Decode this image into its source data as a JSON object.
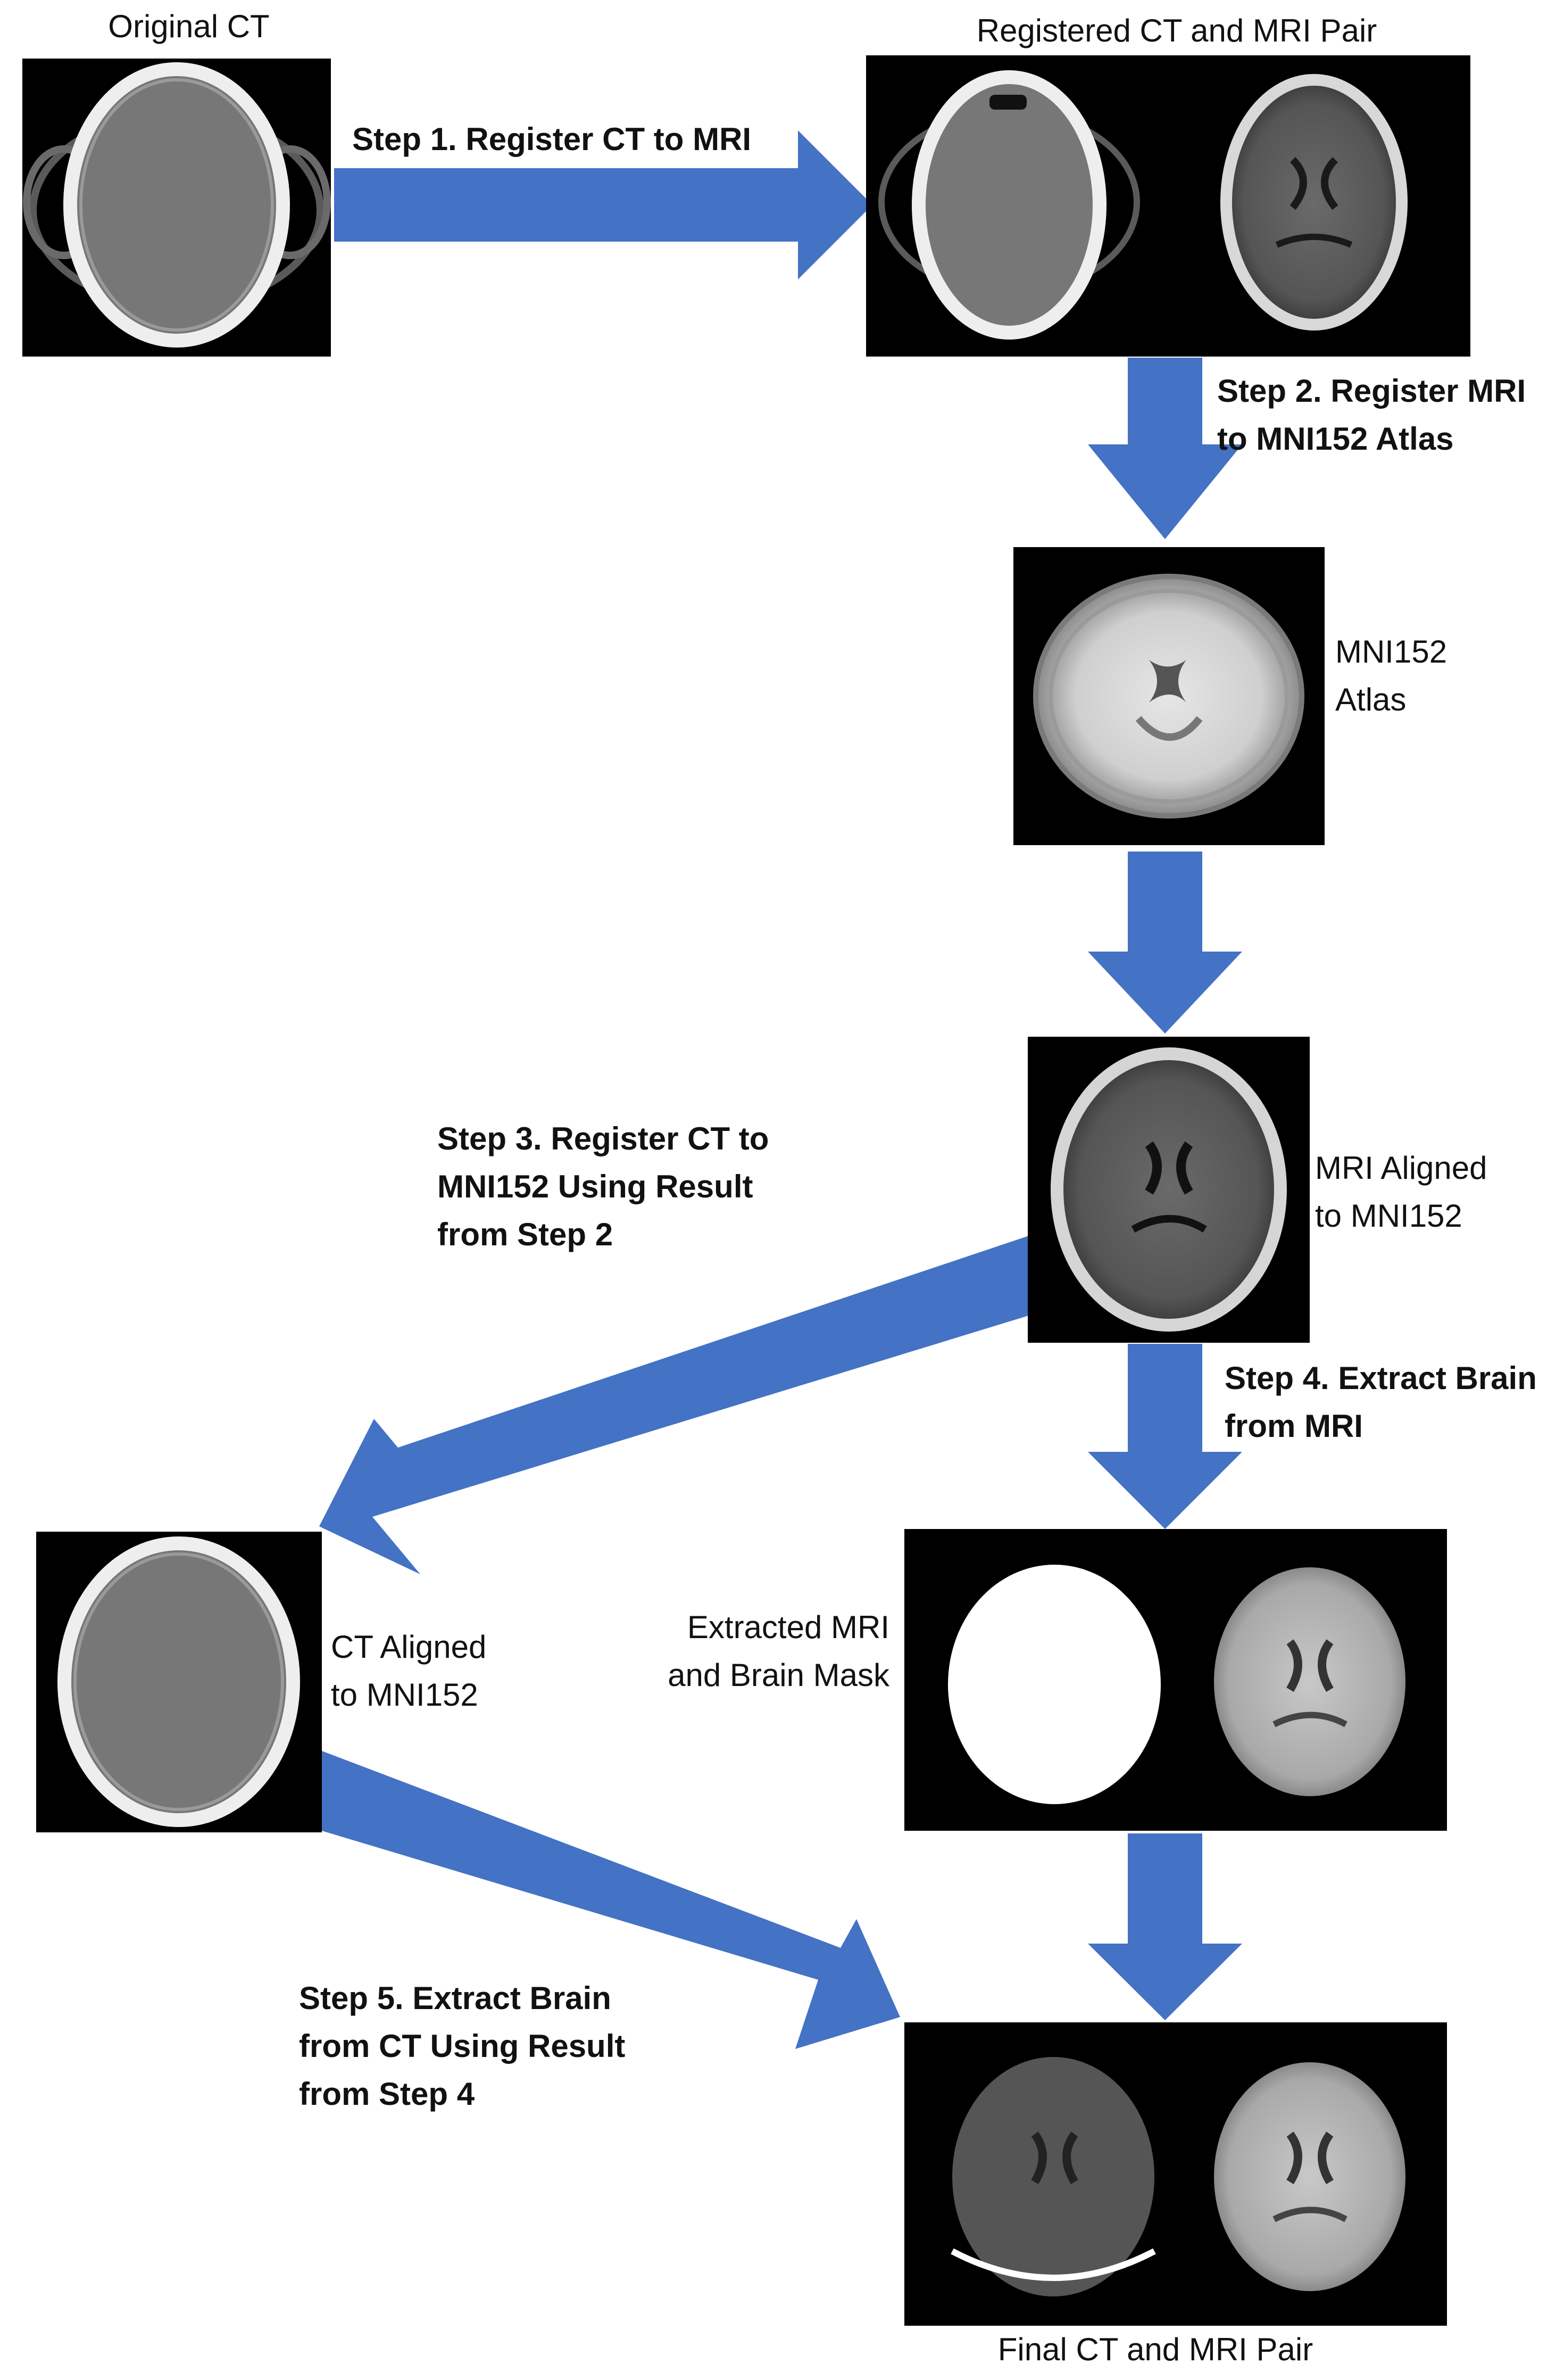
{
  "colors": {
    "arrow": "#4472C4",
    "panel_bg": "#000000",
    "ct_tissue": "#777777",
    "bone": "#eeeeee",
    "mri_white_matter": "#bdbdbd",
    "mask": "#ffffff"
  },
  "images": {
    "original_ct": {
      "caption": "Original CT",
      "content": "axial CT slice of head"
    },
    "registered_pair": {
      "caption": "Registered CT and MRI Pair",
      "content": "CT slice beside T1 MRI slice"
    },
    "atlas": {
      "caption_line1": "MNI152",
      "caption_line2": "Atlas",
      "content": "MNI152 average brain slice"
    },
    "mri_aligned": {
      "caption_line1": "MRI Aligned",
      "caption_line2": "to MNI152",
      "content": "T1 MRI slice aligned to atlas"
    },
    "ct_aligned": {
      "caption_line1": "CT Aligned",
      "caption_line2": "to MNI152",
      "content": "CT slice aligned to atlas"
    },
    "extracted": {
      "caption_line1": "Extracted MRI",
      "caption_line2": "and Brain  Mask",
      "content": "binary brain mask beside skull-stripped MRI"
    },
    "final_pair": {
      "caption": "Final CT and MRI Pair",
      "content": "skull-stripped CT beside skull-stripped MRI"
    }
  },
  "steps": {
    "step1": {
      "line1": "Step 1. Register CT to MRI"
    },
    "step2": {
      "line1": "Step 2. Register MRI",
      "line2": "to MNI152 Atlas"
    },
    "step3": {
      "line1": "Step 3. Register CT to",
      "line2": "MNI152 Using Result",
      "line3": "from Step 2"
    },
    "step4": {
      "line1": "Step 4. Extract Brain",
      "line2": "from MRI"
    },
    "step5": {
      "line1": "Step 5. Extract Brain",
      "line2": "from CT Using Result",
      "line3": "from Step 4"
    }
  }
}
